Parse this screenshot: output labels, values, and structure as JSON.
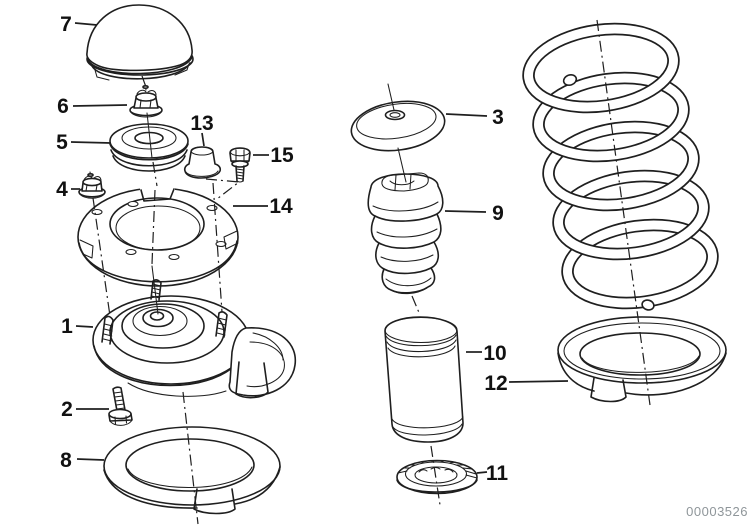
{
  "diagram": {
    "callouts": {
      "1": "1",
      "2": "2",
      "3": "3",
      "4": "4",
      "5": "5",
      "6": "6",
      "7": "7",
      "8": "8",
      "9": "9",
      "10": "10",
      "11": "11",
      "12": "12",
      "13": "13",
      "14": "14",
      "15": "15"
    },
    "drawing_number": "00003526",
    "colors": {
      "line": "#1f1f1f",
      "label": "#111111",
      "number": "#8f969a",
      "background": "#ffffff"
    }
  }
}
